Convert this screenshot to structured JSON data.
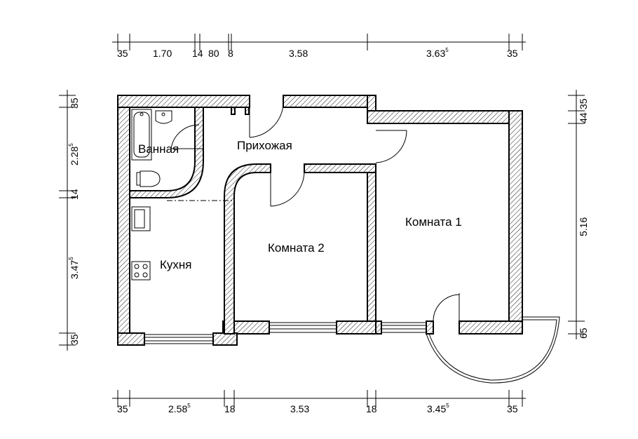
{
  "rooms": {
    "bathroom": "Ванная",
    "hallway": "Прихожая",
    "kitchen": "Кухня",
    "room1": "Комната 1",
    "room2": "Комната 2"
  },
  "dimensions": {
    "top": [
      {
        "main": "35",
        "sup": ""
      },
      {
        "main": "1.70",
        "sup": ""
      },
      {
        "main": "14",
        "sup": ""
      },
      {
        "main": "80",
        "sup": ""
      },
      {
        "main": "8",
        "sup": ""
      },
      {
        "main": "3.58",
        "sup": ""
      },
      {
        "main": "3.63",
        "sup": "5"
      },
      {
        "main": "35",
        "sup": ""
      }
    ],
    "bottom": [
      {
        "main": "35",
        "sup": ""
      },
      {
        "main": "2.58",
        "sup": "5"
      },
      {
        "main": "18",
        "sup": ""
      },
      {
        "main": "3.53",
        "sup": ""
      },
      {
        "main": "18",
        "sup": ""
      },
      {
        "main": "3.45",
        "sup": "5"
      },
      {
        "main": "35",
        "sup": ""
      }
    ],
    "left": [
      {
        "main": "35",
        "sup": ""
      },
      {
        "main": "2.28",
        "sup": "5"
      },
      {
        "main": "14",
        "sup": ""
      },
      {
        "main": "3.47",
        "sup": "5"
      },
      {
        "main": "35",
        "sup": ""
      }
    ],
    "right": [
      {
        "main": "44",
        "sup": ""
      },
      {
        "main": "35",
        "sup": ""
      },
      {
        "main": "5.16",
        "sup": ""
      },
      {
        "main": "65",
        "sup": ""
      }
    ]
  }
}
